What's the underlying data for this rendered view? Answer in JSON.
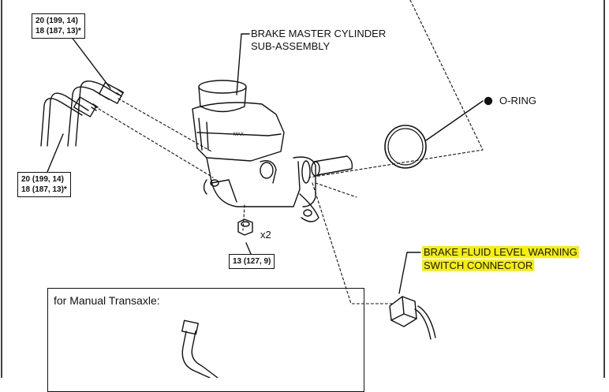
{
  "labels": {
    "master_cylinder_line1": "BRAKE MASTER CYLINDER",
    "master_cylinder_line2": "SUB-ASSEMBLY",
    "o_ring": "O-RING",
    "warning_switch_line1": "BRAKE FLUID LEVEL WARNING",
    "warning_switch_line2": "SWITCH CONNECTOR",
    "manual_transaxle": "for Manual Transaxle:",
    "quantity": "x2",
    "reservoir_mark": "MAX"
  },
  "torque_specs": {
    "top_line1": "20 (199, 14)",
    "top_line2": "18 (187, 13)*",
    "left_line1": "20 (199, 14)",
    "left_line2": "18 (187, 13)*",
    "nut": "13 (127, 9)"
  },
  "colors": {
    "highlight": "#f7f000",
    "line": "#111111"
  }
}
